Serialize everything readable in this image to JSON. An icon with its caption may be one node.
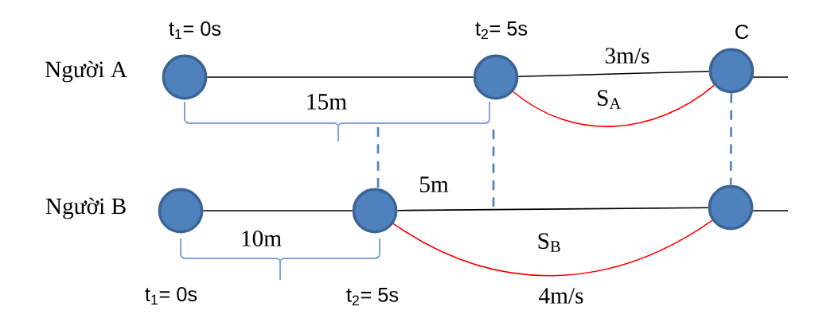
{
  "diagram": {
    "nodes": [
      {
        "text": [],
        "shape": "circle",
        "beside": [
          "t$_{1}$= 0s"
        ]
      },
      {
        "text": [],
        "shape": "circle",
        "beside": [
          "t$_{2}$= 5s"
        ]
      },
      {
        "text": [],
        "shape": "circle",
        "beside": [
          "C"
        ]
      },
      {
        "text": [],
        "shape": "circle",
        "beside": [
          "t$_{1}$= 0s"
        ]
      },
      {
        "text": [],
        "shape": "circle",
        "beside": [
          "t$_{2}$= 5s"
        ]
      },
      {
        "text": [],
        "shape": "circle"
      }
    ],
    "edges": [
      {
        "from": 0,
        "to": 1,
        "arrow": "none"
      },
      {
        "from": 1,
        "to": 2,
        "arrow": "none"
      },
      {
        "from": 1,
        "to": 2,
        "arrow": "none",
        "label": "S$_{A}$",
        "color": "#ff0000"
      },
      {
        "from": 3,
        "to": 4,
        "arrow": "none"
      },
      {
        "from": 4,
        "to": 5,
        "arrow": "none"
      },
      {
        "from": 4,
        "to": 5,
        "arrow": "none",
        "label": "S$_{B}$",
        "color": "#ff0000"
      },
      {
        "from": 2,
        "to": 5,
        "arrow": "none",
        "style": "dashed",
        "color": "#4f81bd"
      }
    ],
    "labels": [
      "Người A",
      "3m/s",
      "15m",
      "5m",
      "Người B",
      "10m",
      "4m/s"
    ]
  }
}
